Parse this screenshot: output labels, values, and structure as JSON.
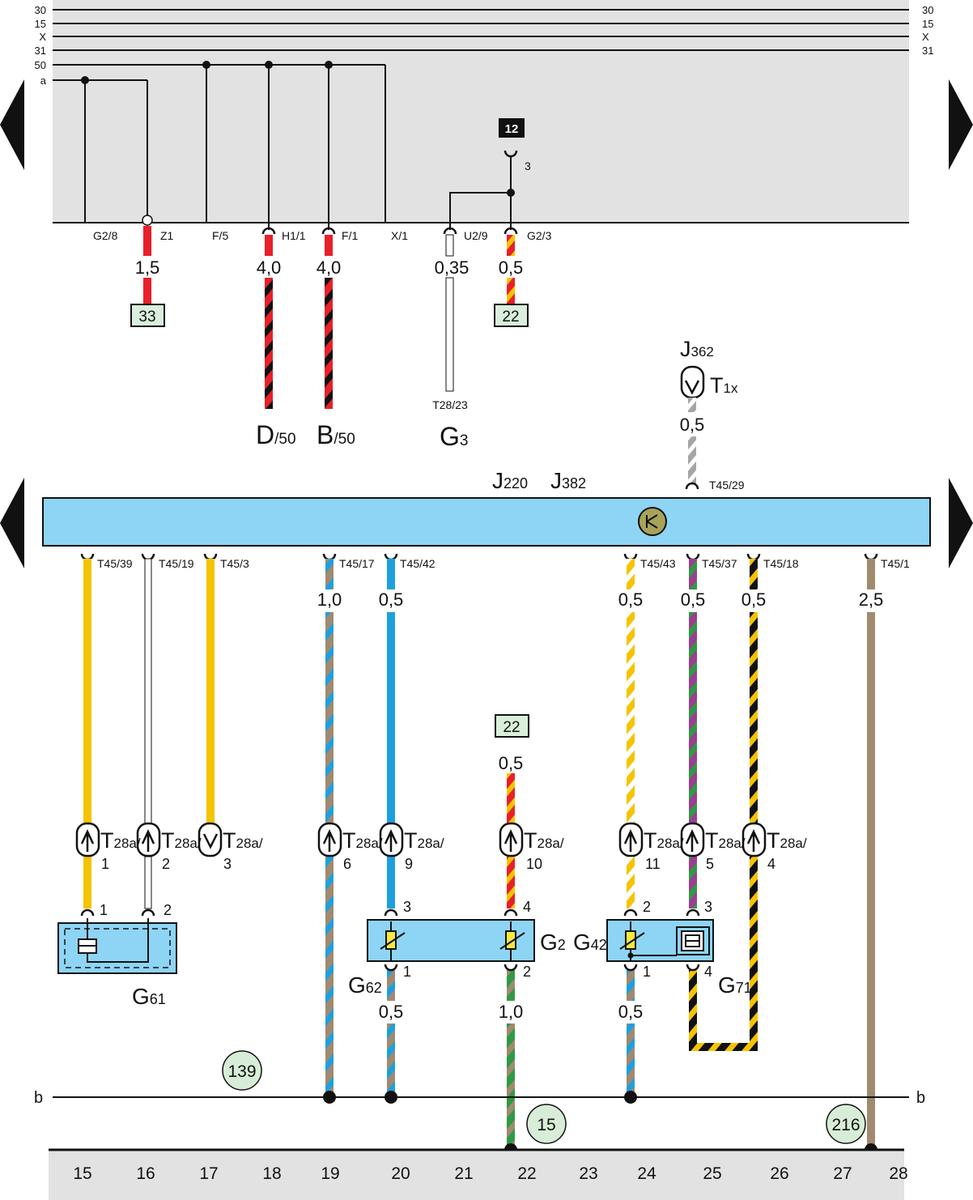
{
  "colors": {
    "panel_gray": "#e2e2e2",
    "module_blue": "#8ed4f5",
    "ref_box_green": "#d9efdc",
    "ref_circle_green": "#d7edd7",
    "relay_symbol": "#a8a35a",
    "wire_red": "#e8202a",
    "wire_yellow": "#f5c300",
    "wire_blue": "#1da0e0",
    "wire_brown": "#a08a70",
    "wire_green": "#2f9a45",
    "wire_violet": "#9b3f8f",
    "wire_gray": "#a6a6a6"
  },
  "rails": {
    "top": [
      {
        "id": "30",
        "label_left": "30",
        "label_right": "30"
      },
      {
        "id": "15",
        "label_left": "15",
        "label_right": "15"
      },
      {
        "id": "X",
        "label_left": "X",
        "label_right": "X"
      },
      {
        "id": "31",
        "label_left": "31",
        "label_right": "31"
      },
      {
        "id": "50",
        "label_left": "50",
        "label_right": ""
      },
      {
        "id": "a",
        "label_left": "a",
        "label_right": ""
      }
    ],
    "ground": {
      "label_left": "b",
      "label_right": "b"
    }
  },
  "fuse_terminals": [
    "G2/8",
    "Z1",
    "F/5",
    "H1/1",
    "F/1",
    "X/1",
    "U2/9",
    "G2/3"
  ],
  "top_section": {
    "badge": "12",
    "pin_3": "3",
    "gauges": [
      "1,5",
      "4,0",
      "4,0",
      "0,35",
      "0,5"
    ],
    "ref_boxes": [
      "33",
      "22"
    ],
    "targets": [
      {
        "main": "D",
        "sub": "/50"
      },
      {
        "main": "B",
        "sub": "/50"
      },
      {
        "main": "G",
        "sub": "3"
      }
    ],
    "t28_23": "T28/23",
    "j362": {
      "main": "J",
      "sub": "362"
    },
    "t1x": {
      "main": "T",
      "sub": "1x"
    },
    "j362_gauge": "0,5"
  },
  "module": {
    "labels": [
      {
        "main": "J",
        "sub": "220"
      },
      {
        "main": "J",
        "sub": "382"
      }
    ],
    "top_pin": "T45/29",
    "pins": [
      "T45/39",
      "T45/19",
      "T45/3",
      "T45/17",
      "T45/42",
      "T45/43",
      "T45/37",
      "T45/18",
      "T45/1"
    ]
  },
  "lower_gauges": [
    "1,0",
    "0,5",
    "0,5",
    "0,5",
    "0,5",
    "2,5",
    "0,5",
    "0,5",
    "1,0",
    "0,5"
  ],
  "lower_ref_box": "22",
  "connectors_t28a": [
    {
      "main": "T",
      "sub": "28a/",
      "num": "1"
    },
    {
      "main": "T",
      "sub": "28a/",
      "num": "2"
    },
    {
      "main": "T",
      "sub": "28a/",
      "num": "3"
    },
    {
      "main": "T",
      "sub": "28a/",
      "num": "6"
    },
    {
      "main": "T",
      "sub": "28a/",
      "num": "9"
    },
    {
      "main": "T",
      "sub": "28a/",
      "num": "10"
    },
    {
      "main": "T",
      "sub": "28a/",
      "num": "11"
    },
    {
      "main": "T",
      "sub": "28a/",
      "num": "5"
    },
    {
      "main": "T",
      "sub": "28a/",
      "num": "4"
    }
  ],
  "components": {
    "g61": {
      "main": "G",
      "sub": "61",
      "pins": [
        "1",
        "2"
      ]
    },
    "g62": {
      "main": "G",
      "sub": "62"
    },
    "g2": {
      "main": "G",
      "sub": "2"
    },
    "g42": {
      "main": "G",
      "sub": "42"
    },
    "g71": {
      "main": "G",
      "sub": "71"
    },
    "g2_block_pins": [
      "3",
      "4",
      "1",
      "2"
    ],
    "g42_block_pins": [
      "2",
      "3",
      "1",
      "4"
    ]
  },
  "circle_refs": [
    "139",
    "15",
    "216"
  ],
  "grid_numbers": [
    "15",
    "16",
    "17",
    "18",
    "19",
    "20",
    "21",
    "22",
    "23",
    "24",
    "25",
    "26",
    "27",
    "28"
  ]
}
